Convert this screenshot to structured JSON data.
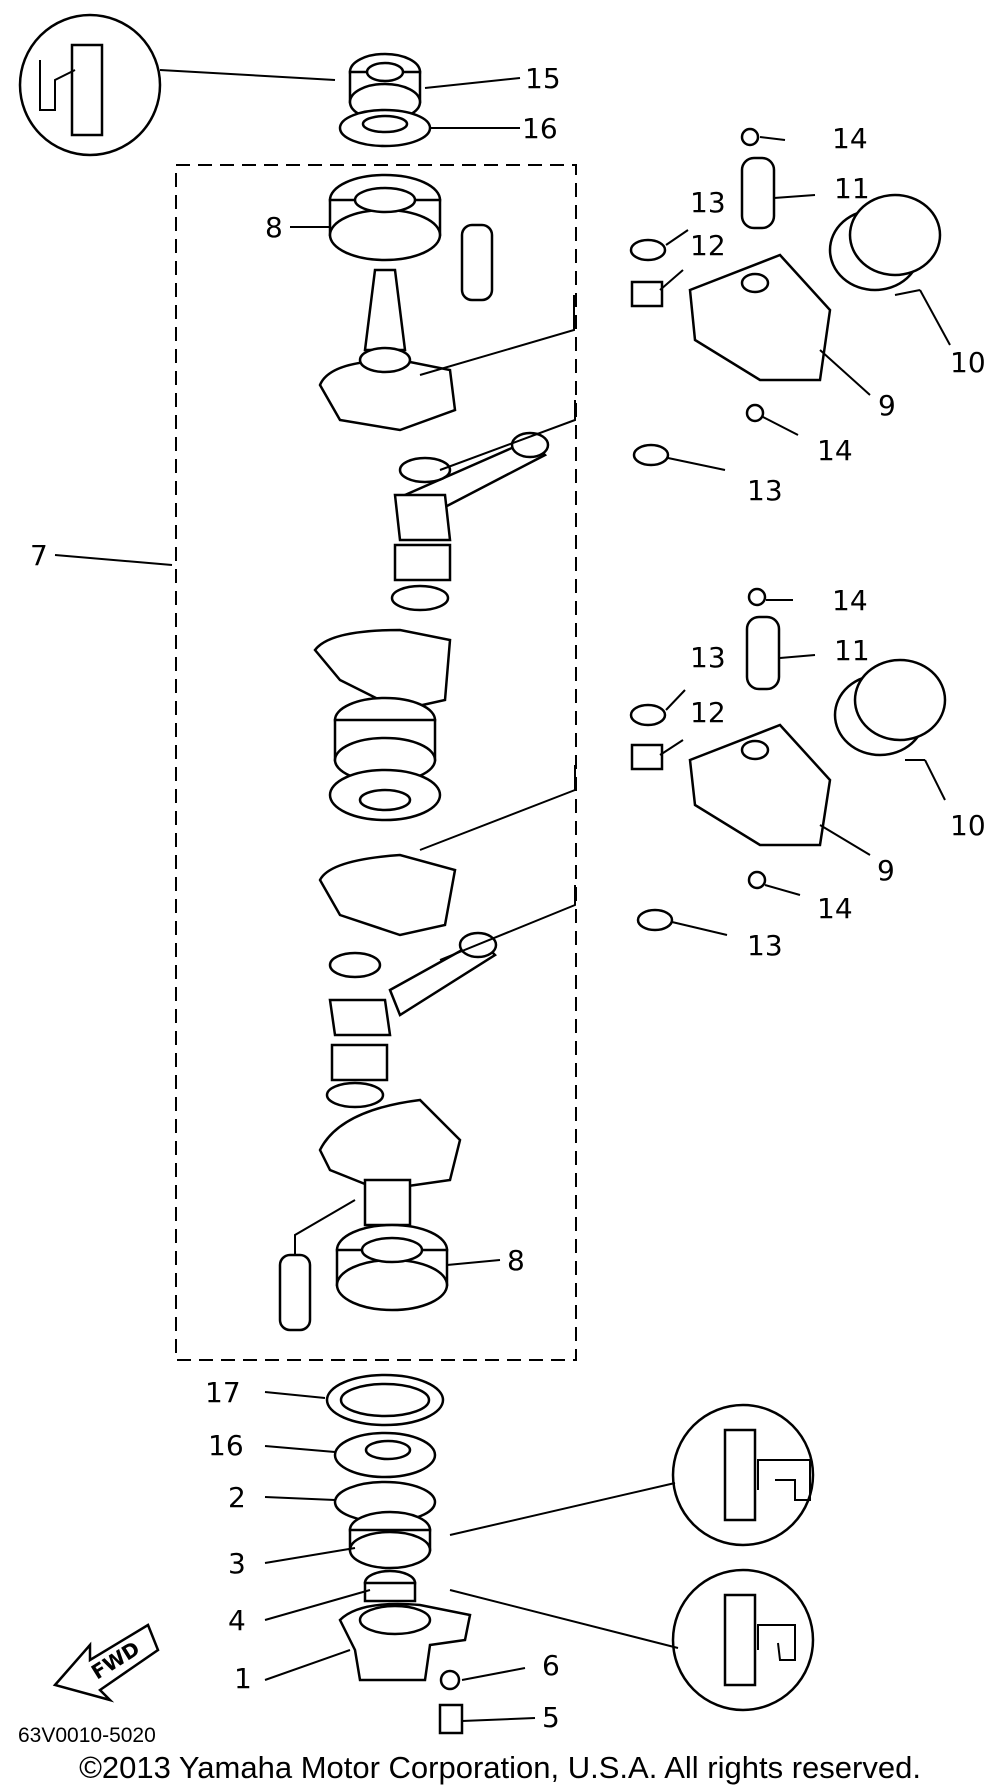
{
  "callouts": {
    "c15": "15",
    "c16_top": "16",
    "c14_a": "14",
    "c11_a": "11",
    "c13_a": "13",
    "c12_a": "12",
    "c8_top": "8",
    "c10_a": "10",
    "c9_a": "9",
    "c14_b": "14",
    "c13_b": "13",
    "c7": "7",
    "c14_c": "14",
    "c11_b": "11",
    "c13_c": "13",
    "c12_b": "12",
    "c10_b": "10",
    "c9_b": "9",
    "c14_d": "14",
    "c13_d": "13",
    "c8_bottom": "8",
    "c17": "17",
    "c16_bottom": "16",
    "c2": "2",
    "c3": "3",
    "c4": "4",
    "c6": "6",
    "c1": "1",
    "c5": "5"
  },
  "fwd_label": "FWD",
  "diagram_code": "63V0010-5020",
  "copyright": "©2013 Yamaha Motor Corporation, U.S.A. All rights reserved."
}
